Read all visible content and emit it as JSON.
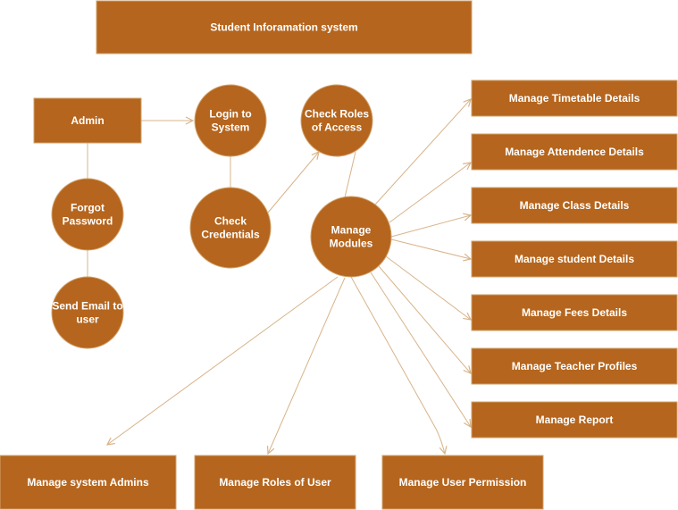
{
  "diagram": {
    "fill_color": "#b5651d",
    "stroke_color": "#cfa26c",
    "edge_color": "#d8b48a",
    "background": "#ffffff",
    "title_box": {
      "text": "Student Inforamation system"
    },
    "nodes": [
      {
        "id": "admin",
        "shape": "rect",
        "lines": [
          "Admin"
        ]
      },
      {
        "id": "login",
        "shape": "circle",
        "lines": [
          "Login to",
          "System"
        ]
      },
      {
        "id": "check-roles",
        "shape": "circle",
        "lines": [
          "Check Roles",
          "of Access"
        ]
      },
      {
        "id": "forgot",
        "shape": "circle",
        "lines": [
          "Forgot",
          "Password"
        ]
      },
      {
        "id": "check-cred",
        "shape": "circle",
        "lines": [
          "Check",
          "Credentials"
        ]
      },
      {
        "id": "manage-modules",
        "shape": "circle",
        "lines": [
          "Manage",
          "Modules"
        ]
      },
      {
        "id": "send-email",
        "shape": "circle",
        "lines": [
          "Send Email to",
          "user"
        ]
      },
      {
        "id": "timetable",
        "shape": "rect",
        "lines": [
          "Manage Timetable Details"
        ]
      },
      {
        "id": "attendence",
        "shape": "rect",
        "lines": [
          "Manage Attendence Details"
        ]
      },
      {
        "id": "class",
        "shape": "rect",
        "lines": [
          "Manage Class Details"
        ]
      },
      {
        "id": "student",
        "shape": "rect",
        "lines": [
          "Manage student Details"
        ]
      },
      {
        "id": "fees",
        "shape": "rect",
        "lines": [
          "Manage Fees Details"
        ]
      },
      {
        "id": "teacher",
        "shape": "rect",
        "lines": [
          "Manage Teacher Profiles"
        ]
      },
      {
        "id": "report",
        "shape": "rect",
        "lines": [
          "Manage Report"
        ]
      },
      {
        "id": "sys-admins",
        "shape": "rect",
        "lines": [
          "Manage system Admins"
        ]
      },
      {
        "id": "roles-user",
        "shape": "rect",
        "lines": [
          "Manage Roles of User"
        ]
      },
      {
        "id": "user-perm",
        "shape": "rect",
        "lines": [
          "Manage User Permission"
        ]
      }
    ],
    "edges": [
      {
        "from": "admin",
        "to": "login",
        "arrow": true
      },
      {
        "from": "admin",
        "to": "forgot",
        "arrow": false
      },
      {
        "from": "forgot",
        "to": "send-email",
        "arrow": false
      },
      {
        "from": "login",
        "to": "check-cred",
        "arrow": false
      },
      {
        "from": "check-cred",
        "to": "check-roles",
        "arrow": true
      },
      {
        "from": "check-roles",
        "to": "manage-modules",
        "arrow": false
      },
      {
        "from": "manage-modules",
        "to": "timetable",
        "arrow": true
      },
      {
        "from": "manage-modules",
        "to": "attendence",
        "arrow": true
      },
      {
        "from": "manage-modules",
        "to": "class",
        "arrow": true
      },
      {
        "from": "manage-modules",
        "to": "student",
        "arrow": true
      },
      {
        "from": "manage-modules",
        "to": "fees",
        "arrow": true
      },
      {
        "from": "manage-modules",
        "to": "teacher",
        "arrow": true
      },
      {
        "from": "manage-modules",
        "to": "report",
        "arrow": true
      },
      {
        "from": "manage-modules",
        "to": "sys-admins",
        "arrow": true
      },
      {
        "from": "manage-modules",
        "to": "roles-user",
        "arrow": true
      },
      {
        "from": "manage-modules",
        "to": "user-perm",
        "arrow": true
      }
    ]
  }
}
